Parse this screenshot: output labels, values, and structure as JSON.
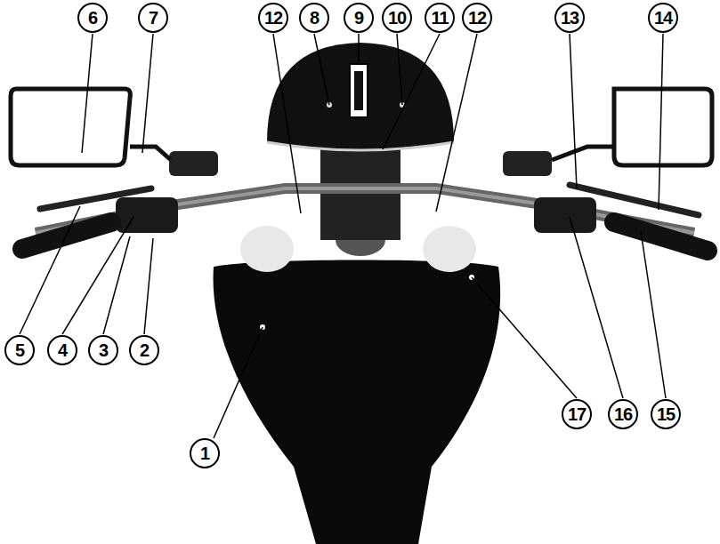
{
  "diagram": {
    "labels": [
      "6",
      "7",
      "12",
      "8",
      "9",
      "10",
      "11",
      "12",
      "13",
      "14",
      "5",
      "4",
      "3",
      "2",
      "17",
      "16",
      "15",
      "1"
    ]
  }
}
